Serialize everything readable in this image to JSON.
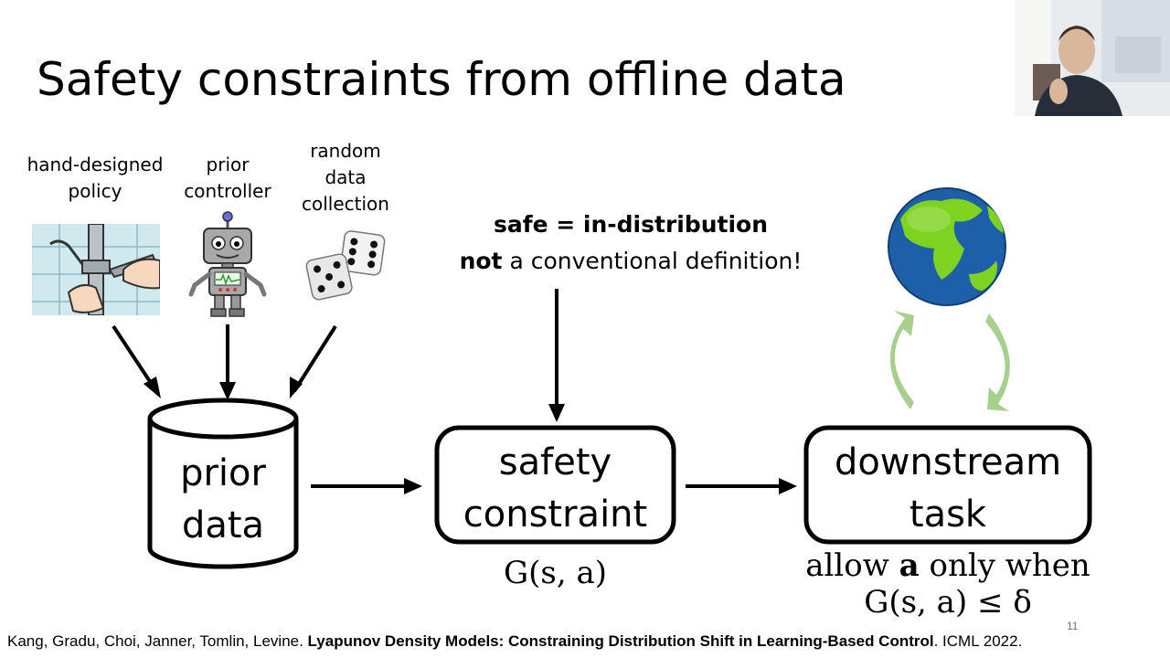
{
  "slide": {
    "title": "Safety constraints from offline data",
    "page_number": "11"
  },
  "sources": [
    {
      "label_lines": [
        "hand-designed",
        "policy"
      ],
      "icon": "plumber-wrench-icon"
    },
    {
      "label_lines": [
        "prior",
        "controller"
      ],
      "icon": "robot-icon"
    },
    {
      "label_lines": [
        "random",
        "data",
        "collection"
      ],
      "icon": "dice-icon"
    }
  ],
  "note": {
    "line1_bold": "safe = in-distribution",
    "line2_bold": "not",
    "line2_rest": " a conventional definition!"
  },
  "nodes": {
    "prior_data": [
      "prior",
      "data"
    ],
    "safety_constraint": [
      "safety",
      "constraint"
    ],
    "downstream_task": [
      "downstream",
      "task"
    ]
  },
  "math": {
    "g_label": "G(s, a)",
    "allow_prefix": "allow ",
    "allow_bold": "a",
    "allow_suffix": " only when",
    "condition": "G(s, a) ≤ δ"
  },
  "icons": {
    "globe": "globe-icon",
    "cycle": "green-cycle-arrows-icon"
  },
  "citation": {
    "authors": "Kang, Gradu, Choi, Janner, Tomlin, Levine. ",
    "paper_title": "Lyapunov Density Models: Constraining Distribution Shift in Learning-Based Control",
    "venue": ". ICML 2022."
  },
  "colors": {
    "cycle_arrow": "#a8d08d",
    "globe_ocean": "#1d5fa8",
    "globe_land": "#7ed321"
  }
}
